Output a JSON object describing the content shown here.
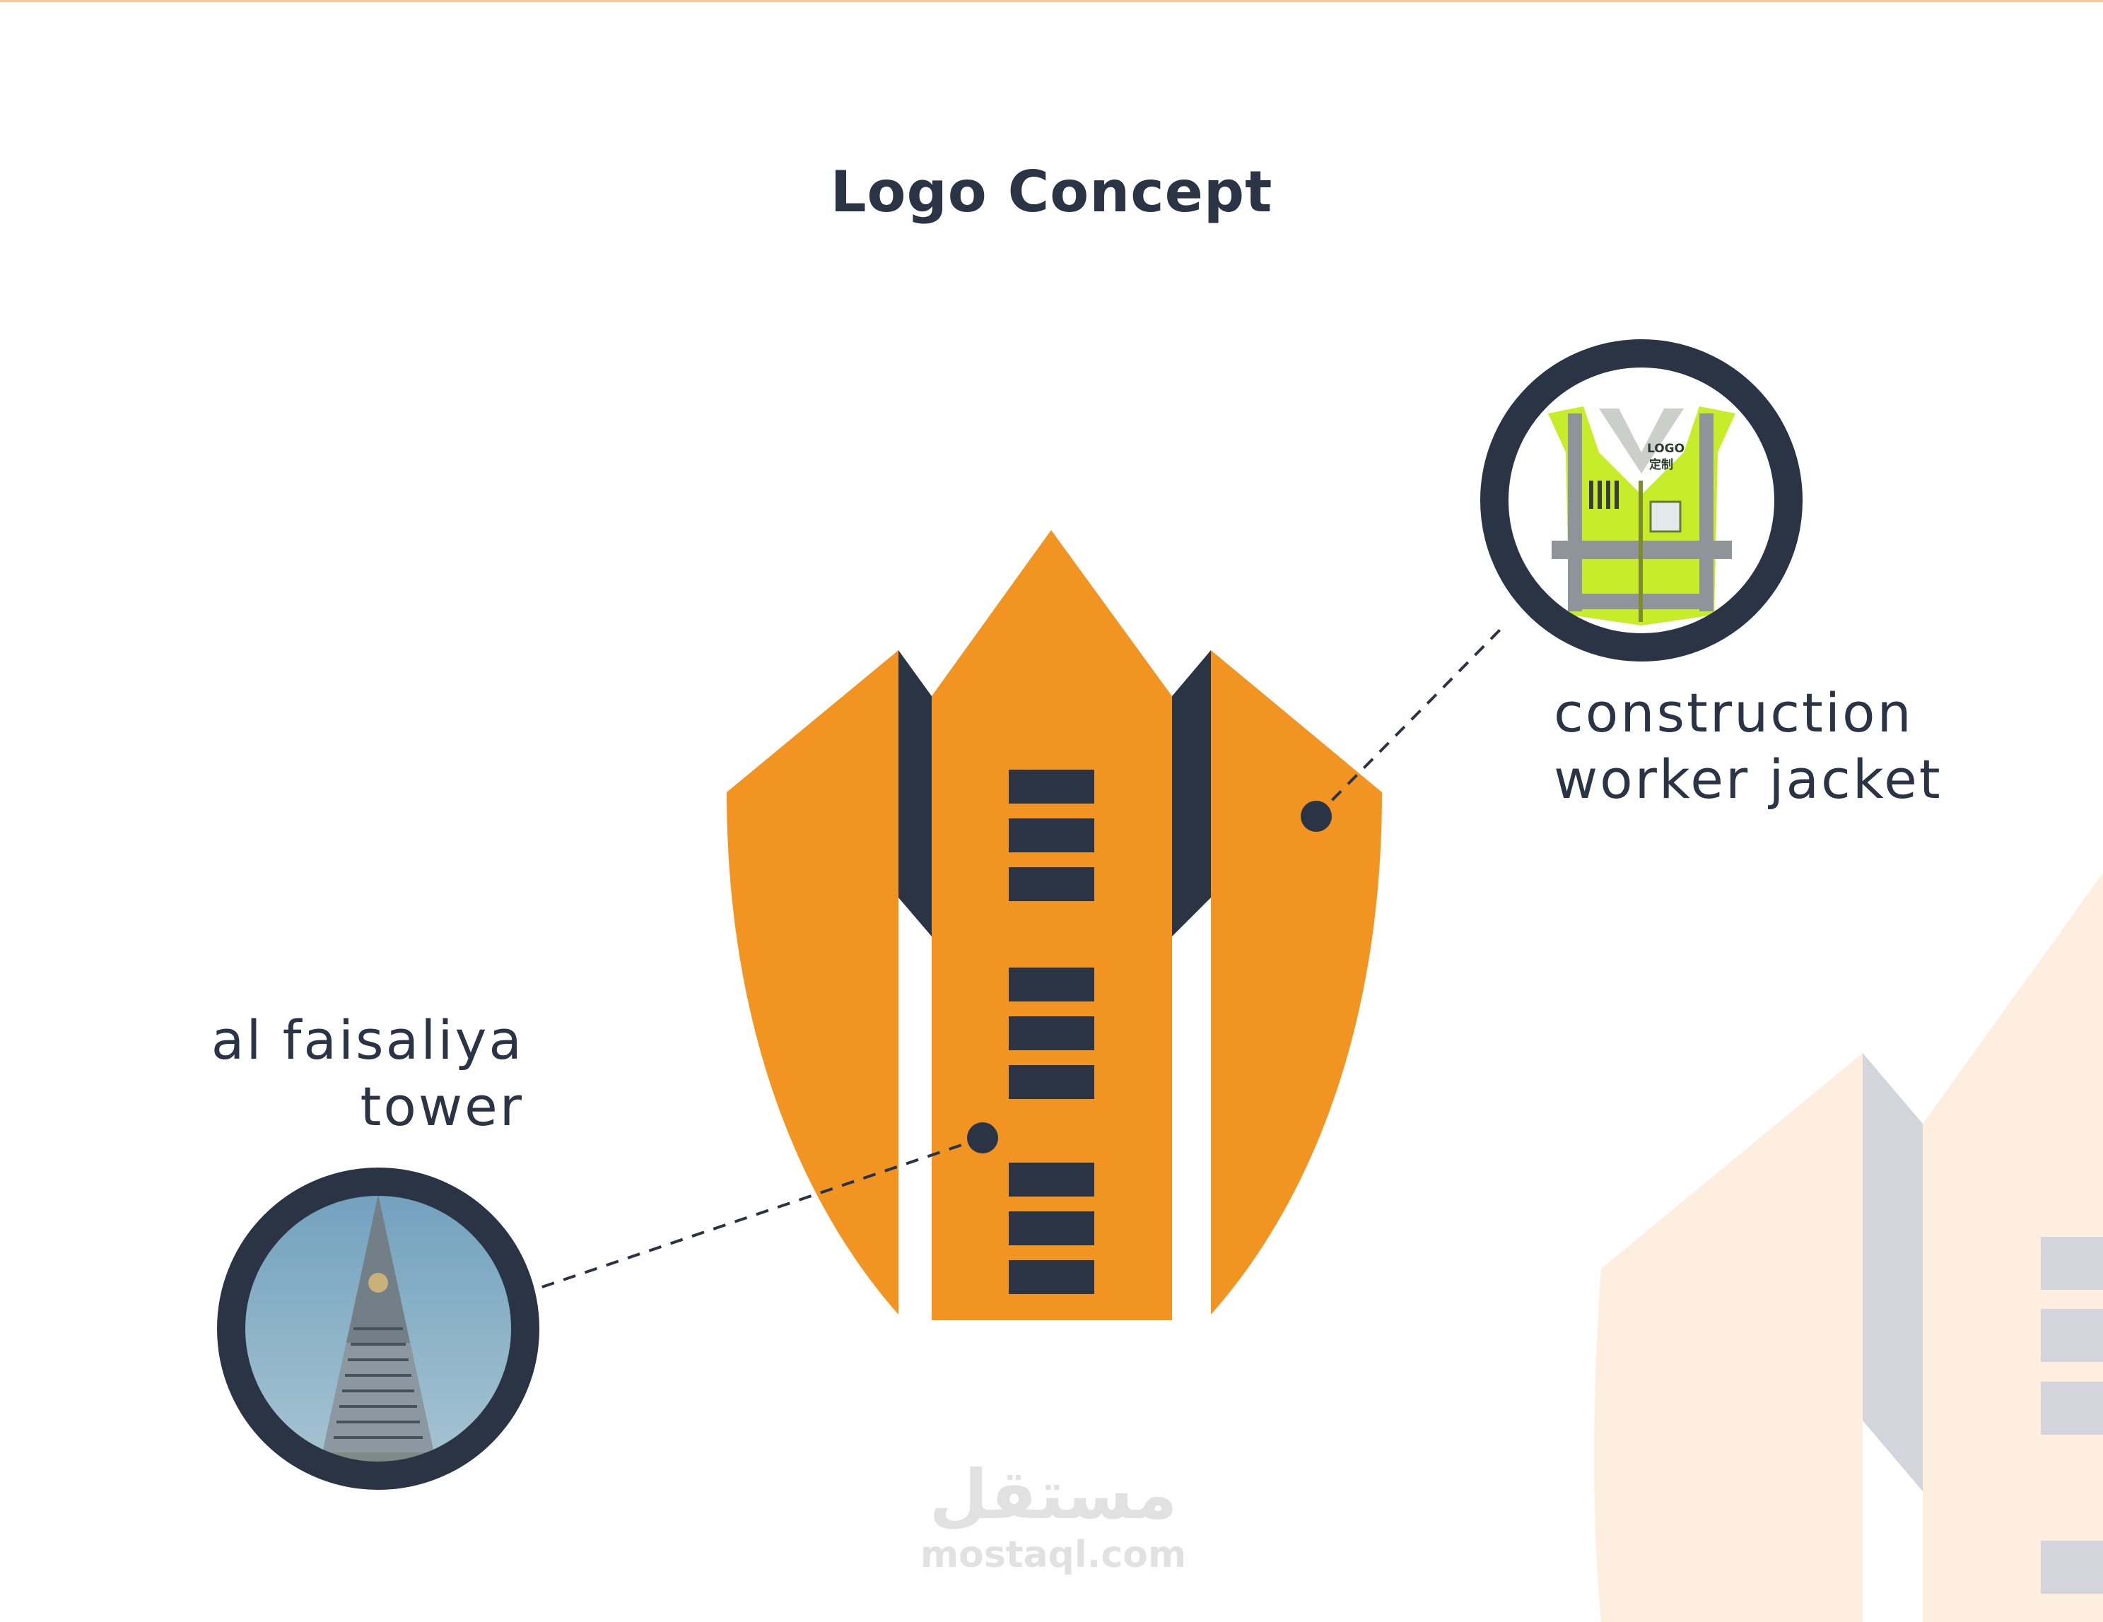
{
  "title": "Logo Concept",
  "callouts": {
    "jacket": {
      "line1": "construction",
      "line2": "worker jacket",
      "image_icon": "safety-vest-photo",
      "vest_print_line1": "LOGO",
      "vest_print_line2": "定制"
    },
    "tower": {
      "line1": "al faisaliya",
      "line2": "tower",
      "image_icon": "al-faisaliya-tower-photo"
    }
  },
  "watermark": {
    "arabic": "مستقل",
    "latin": "mostaql.com"
  },
  "colors": {
    "navy": "#2b3445",
    "orange": "#f29422",
    "pale_orange": "#fdeedf",
    "pale_gray": "#d4d4dc",
    "watermark": "#c9c9c9",
    "sky": "#8fb3c7",
    "vest": "#c6ec2a",
    "reflective": "#8e9499",
    "top_rule": "#f7c99a"
  }
}
